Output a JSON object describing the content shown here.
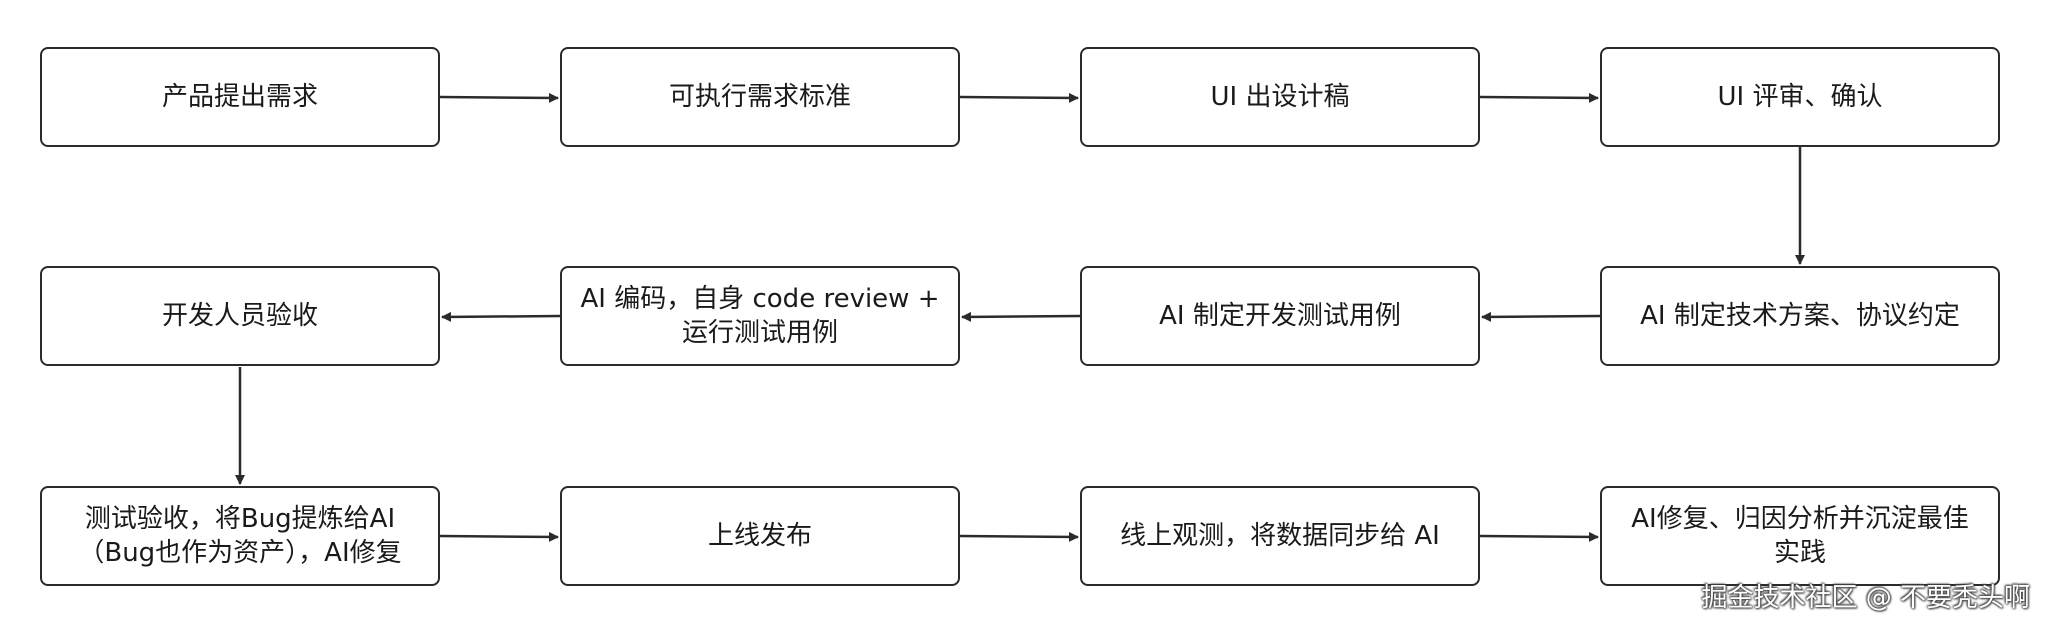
{
  "nodes": [
    {
      "id": "n1",
      "label": "产品提出需求"
    },
    {
      "id": "n2",
      "label": "可执行需求标准"
    },
    {
      "id": "n3",
      "label": "UI 出设计稿"
    },
    {
      "id": "n4",
      "label": "UI 评审、确认"
    },
    {
      "id": "n5",
      "label": "AI 制定技术方案、协议约定"
    },
    {
      "id": "n6",
      "label": "AI 制定开发测试用例"
    },
    {
      "id": "n7",
      "label": "AI 编码，自身 code review +\n运行测试用例"
    },
    {
      "id": "n8",
      "label": "开发人员验收"
    },
    {
      "id": "n9",
      "label": "测试验收，将Bug提炼给AI\n（Bug也作为资产），AI修复"
    },
    {
      "id": "n10",
      "label": "上线发布"
    },
    {
      "id": "n11",
      "label": "线上观测，将数据同步给 AI"
    },
    {
      "id": "n12",
      "label": "AI修复、归因分析并沉淀最佳\n实践"
    }
  ],
  "edges": [
    [
      "n1",
      "n2"
    ],
    [
      "n2",
      "n3"
    ],
    [
      "n3",
      "n4"
    ],
    [
      "n4",
      "n5"
    ],
    [
      "n5",
      "n6"
    ],
    [
      "n6",
      "n7"
    ],
    [
      "n7",
      "n8"
    ],
    [
      "n8",
      "n9"
    ],
    [
      "n9",
      "n10"
    ],
    [
      "n10",
      "n11"
    ],
    [
      "n11",
      "n12"
    ]
  ],
  "watermark": "掘金技术社区 @ 不要秃头啊",
  "colors": {
    "border": "#2b2b2b",
    "text": "#1a1a1a",
    "arrow": "#2b2b2b"
  }
}
